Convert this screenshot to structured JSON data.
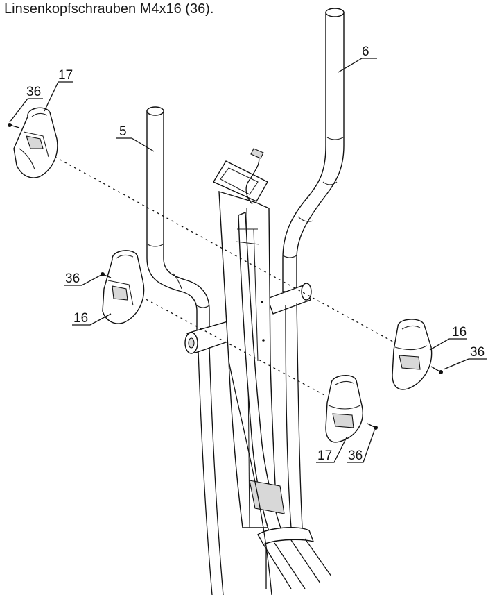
{
  "caption": "Linsenkopfschrauben M4x16 (36).",
  "labels": {
    "part_6": "6",
    "part_5": "5",
    "part_17_top_left": "17",
    "part_36_top_left": "36",
    "part_36_mid_left": "36",
    "part_16_mid_left": "16",
    "part_16_right": "16",
    "part_36_right": "36",
    "part_17_bottom": "17",
    "part_36_bottom": "36"
  }
}
